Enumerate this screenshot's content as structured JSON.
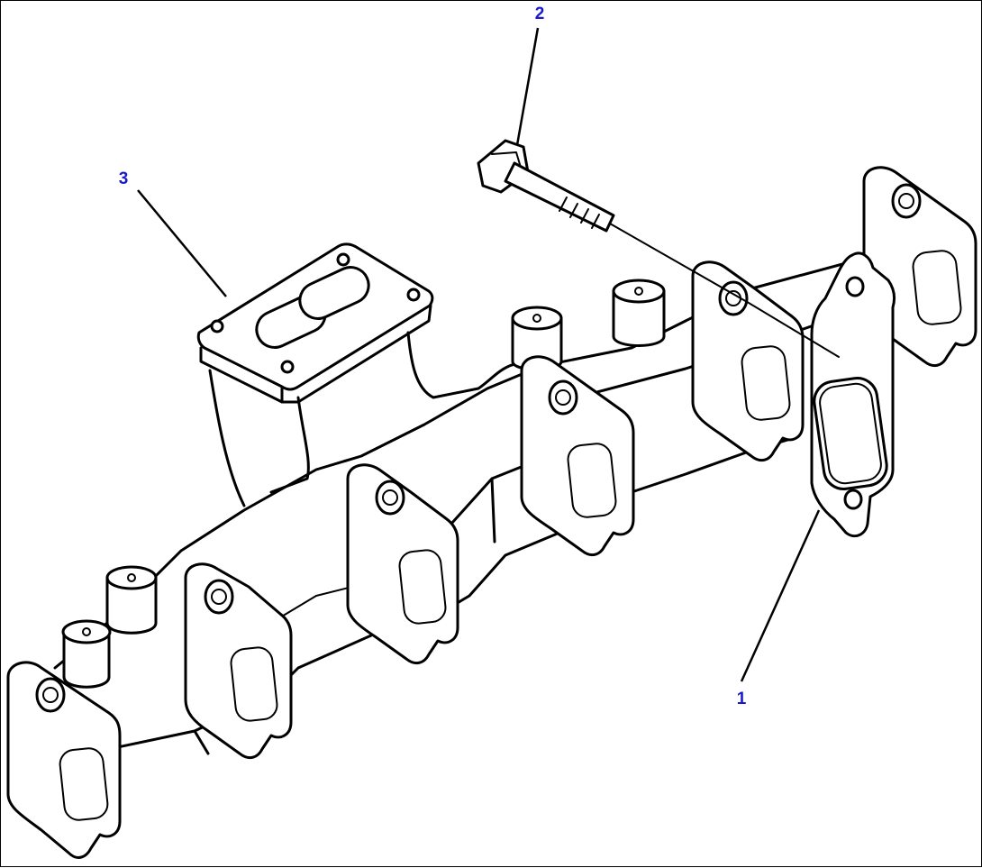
{
  "diagram": {
    "callouts": [
      {
        "label": "1",
        "part": "gasket"
      },
      {
        "label": "2",
        "part": "bolt"
      },
      {
        "label": "3",
        "part": "exhaust-manifold"
      }
    ],
    "colors": {
      "callout_text": "#1a1acc",
      "line": "#000000",
      "background": "#ffffff"
    }
  }
}
